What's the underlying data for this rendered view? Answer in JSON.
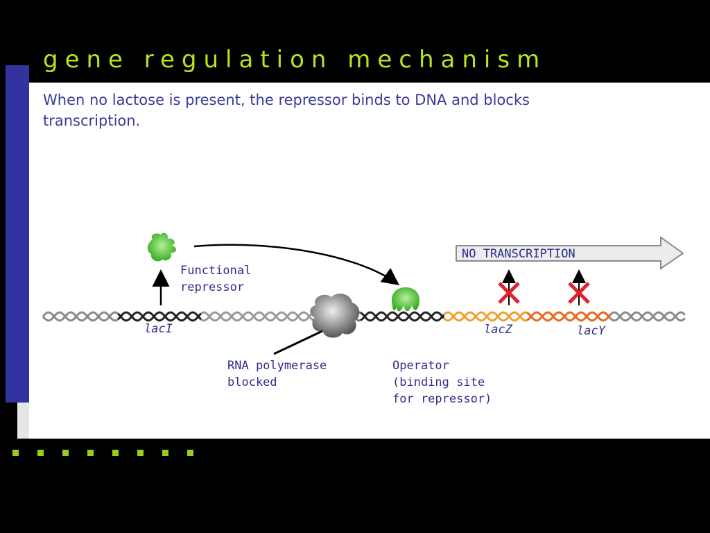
{
  "title": "gene regulation mechanism",
  "subtitle": "When no lactose is present, the repressor binds to DNA and blocks transcription.",
  "diagram": {
    "labels": {
      "functional_repressor": "Functional\nrepressor",
      "lacI": "lacI",
      "lacZ": "lacZ",
      "lacY": "lacY",
      "rna_polymerase": "RNA polymerase\nblocked",
      "operator": "Operator\n(binding site\nfor repressor)",
      "no_transcription": "NO TRANSCRIPTION"
    },
    "colors": {
      "title": "#b5e61d",
      "text": "#2e2e8c",
      "sidebar": "#3333a0",
      "repressor": "#4cc02e",
      "lacZ_dna": "#f0a030",
      "lacY_dna": "#e86a20",
      "x_mark": "#e02030"
    }
  },
  "footer": {
    "dot_count": 8
  }
}
